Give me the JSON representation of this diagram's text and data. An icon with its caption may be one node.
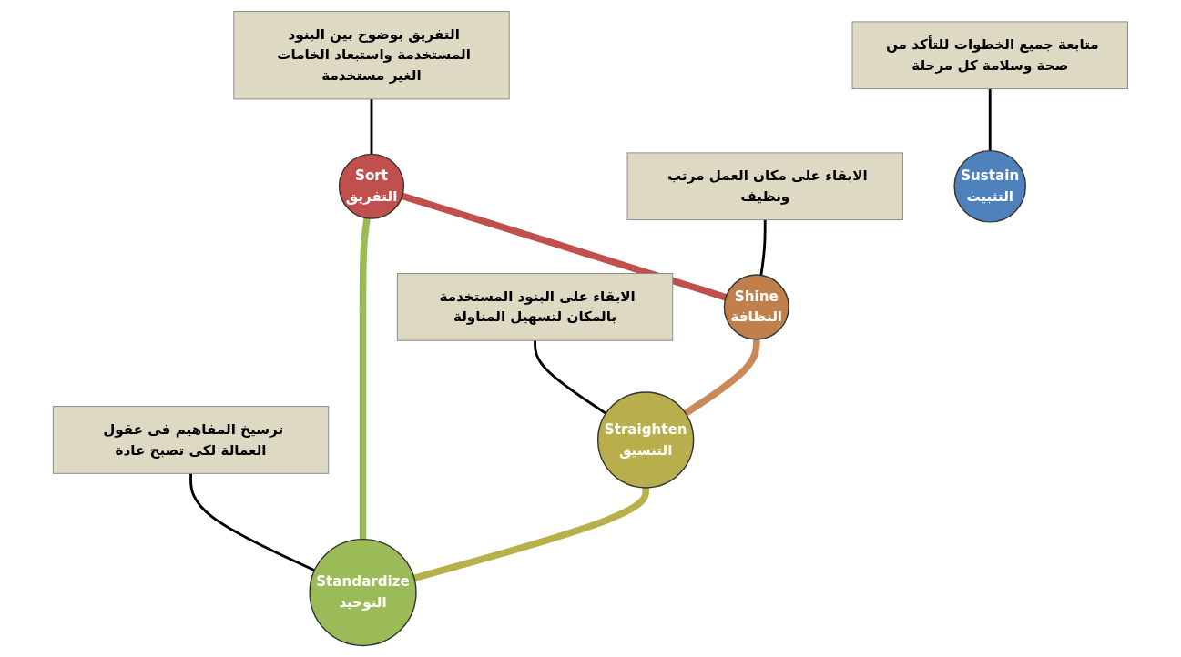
{
  "diagram": {
    "nodes": [
      {
        "text": [
          "التفريق بوضوح بين البنود المستخدمة واستبعاد الخامات الغير مستخدمة"
        ]
      },
      {
        "text": [
          "Sort",
          "التفريق"
        ]
      },
      {
        "text": [
          "الابقاء على مكان العمل مرتب ونظيف"
        ]
      },
      {
        "text": [
          "متابعة جميع الخطوات للتأكد من صحة وسلامة كل مرحلة"
        ]
      },
      {
        "text": [
          "Standardize",
          "التوحيد"
        ]
      },
      {
        "text": [
          "Shine",
          "النظافة"
        ]
      },
      {
        "text": [
          "Sustain",
          "التثبيت"
        ]
      },
      {
        "text": [
          "الابقاء على البنود المستخدمة بالمكان لتسهيل المناولة"
        ]
      },
      {
        "text": [
          "ترسيخ المفاهيم فى عقول العمالة لكى تصبح عادة"
        ]
      },
      {
        "text": [
          "Straighten",
          "التنسيق"
        ]
      }
    ],
    "edges": [
      {
        "from": 1,
        "to": 5,
        "arrow": "none",
        "style": "thick",
        "color": "#c0504d"
      },
      {
        "from": 5,
        "to": 9,
        "arrow": "none",
        "style": "thick",
        "color": "#c88a5a"
      },
      {
        "from": 9,
        "to": 4,
        "arrow": "none",
        "style": "thick",
        "color": "#b8b04a"
      },
      {
        "from": 4,
        "to": 1,
        "arrow": "none",
        "style": "thick",
        "color": "#9bbb59"
      },
      {
        "from": 0,
        "to": 1,
        "arrow": "none"
      },
      {
        "from": 2,
        "to": 5,
        "arrow": "none"
      },
      {
        "from": 3,
        "to": 6,
        "arrow": "none"
      },
      {
        "from": 7,
        "to": 9,
        "arrow": "none"
      },
      {
        "from": 8,
        "to": 4,
        "arrow": "none"
      }
    ]
  }
}
